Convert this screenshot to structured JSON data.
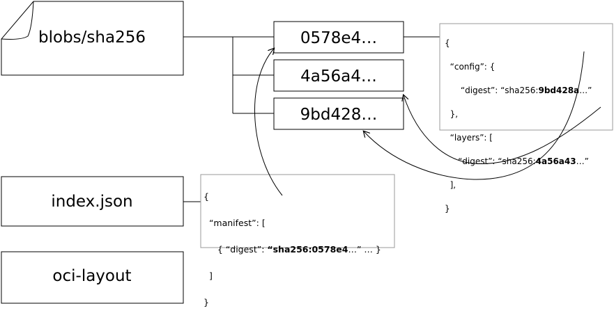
{
  "folder": {
    "label": "blobs/sha256"
  },
  "blobs": [
    {
      "label": "0578e4…"
    },
    {
      "label": "4a56a4…"
    },
    {
      "label": "9bd428…"
    }
  ],
  "index_box": {
    "label": "index.json"
  },
  "oci_layout_box": {
    "label": "oci-layout"
  },
  "manifest_json": {
    "open": "{",
    "config_key": "  “config”: {",
    "config_digest_prefix": "      “digest”: “sha256:",
    "config_digest_value": "9bd428a",
    "config_digest_suffix": "…”",
    "config_close": "  },",
    "layers_key": "  “layers”: [",
    "layers_digest_prefix": "     “digest”: “sha256:",
    "layers_digest_value": "4a56a43",
    "layers_digest_suffix": "…”",
    "layers_close": "  ],",
    "close": "}"
  },
  "index_json": {
    "open": "{",
    "manifests_key": "  “manifest”: [",
    "entry_prefix": "     { “digest”: ",
    "entry_value": "“sha256:0578e4",
    "entry_suffix": "…” … }",
    "list_close": "  ]",
    "close": "}"
  }
}
